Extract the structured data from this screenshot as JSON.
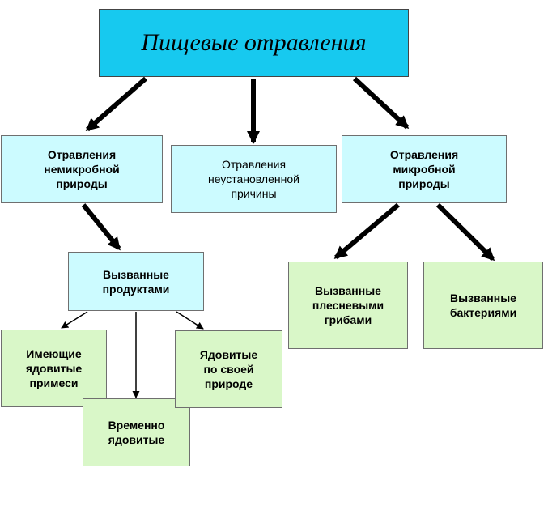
{
  "title": "Пищевые отравления",
  "categories": {
    "nonmicrobial": "Отравления\nнемикробной\nприроды",
    "unknown": "Отравления\nнеустановленной\nпричины",
    "microbial": "Отравления\nмикробной\nприроды"
  },
  "nonmicrobial_children": {
    "products": "Вызванные\nпродуктами"
  },
  "product_children": {
    "impurities": "Имеющие\nядовитые\nпримеси",
    "temporary": "Временно\nядовитые",
    "natural": "Ядовитые\nпо своей\nприроде"
  },
  "microbial_children": {
    "molds": "Вызванные\nплесневыми\nгрибами",
    "bacteria": "Вызванные\nбактериями"
  },
  "colors": {
    "root": "#17c9ef",
    "category": "#ccfbff",
    "leaf": "#d9f7c8",
    "arrow": "#000000"
  }
}
